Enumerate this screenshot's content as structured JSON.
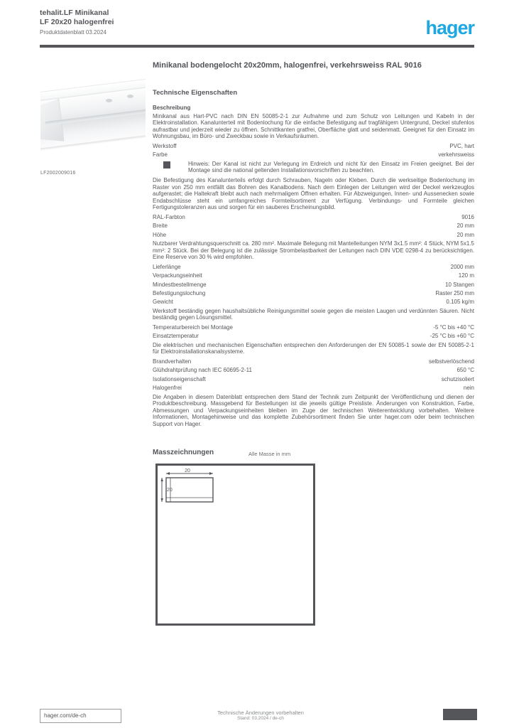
{
  "header": {
    "product_line": "tehalit.LF Minikanal",
    "product_ref": "LF 20x20 halogenfrei",
    "doc_type": "Produktdatenblatt 03.2024",
    "logo_text": "hager",
    "brand_color": "#1ea7e1"
  },
  "product": {
    "image_caption": "LF2002009016",
    "title": "Minikanal bodengelocht 20x20mm, halogenfrei, verkehrsweiss RAL 9016"
  },
  "tech": {
    "heading": "Technische Eigenschaften",
    "rows": [
      {
        "type": "label",
        "text": "Beschreibung"
      },
      {
        "type": "para",
        "text": "Minikanal aus Hart-PVC nach DIN EN 50085-2-1 zur Aufnahme und zum Schutz von Leitungen und Kabeln in der Elektroinstallation. Kanalunterteil mit Bodenlochung für die einfache Befestigung auf tragfähigem Untergrund, Deckel stufenlos aufrastbar und jederzeit wieder zu öffnen. Schnittkanten gratfrei, Oberfläche glatt und seidenmatt. Geeignet für den Einsatz im Wohnungsbau, im Büro- und Zweckbau sowie in Verkaufsräumen."
      },
      {
        "type": "pair",
        "label": "Werkstoff",
        "value": "PVC, hart"
      },
      {
        "type": "pair",
        "label": "Farbe",
        "value": "verkehrsweiss"
      },
      {
        "type": "bullet",
        "text": "Hinweis: Der Kanal ist nicht zur Verlegung im Erdreich und nicht für den Einsatz im Freien geeignet. Bei der Montage sind die national geltenden Installationsvorschriften zu beachten."
      },
      {
        "type": "para",
        "text": "Die Befestigung des Kanalunterteils erfolgt durch Schrauben, Nageln oder Kleben. Durch die werkseitige Bodenlochung im Raster von 250 mm entfällt das Bohren des Kanalbodens. Nach dem Einlegen der Leitungen wird der Deckel werkzeuglos aufgerastet; die Haltekraft bleibt auch nach mehrmaligem Öffnen erhalten. Für Abzweigungen, Innen- und Aussenecken sowie Endabschlüsse steht ein umfangreiches Formteilsortiment zur Verfügung. Verbindungs- und Formteile gleichen Fertigungstoleranzen aus und sorgen für ein sauberes Erscheinungsbild."
      },
      {
        "type": "pair",
        "label": "RAL-Farbton",
        "value": "9016"
      },
      {
        "type": "pair",
        "label": "Breite",
        "value": "20 mm"
      },
      {
        "type": "pair",
        "label": "Höhe",
        "value": "20 mm"
      },
      {
        "type": "para",
        "text": "Nutzbarer Verdrahtungsquerschnitt ca. 280 mm². Maximale Belegung mit Mantelleitungen NYM 3x1.5 mm²: 4 Stück, NYM 5x1.5 mm²: 2 Stück. Bei der Belegung ist die zulässige Strombelastbarkeit der Leitungen nach DIN VDE 0298-4 zu berücksichtigen. Eine Reserve von 30 % wird empfohlen."
      },
      {
        "type": "pair",
        "label": "Lieferlänge",
        "value": "2000 mm"
      },
      {
        "type": "pair",
        "label": "Verpackungseinheit",
        "value": "120 m"
      },
      {
        "type": "pair",
        "label": "Mindestbestellmenge",
        "value": "10 Stangen"
      },
      {
        "type": "pair",
        "label": "Befestigungslochung",
        "value": "Raster 250 mm"
      },
      {
        "type": "pair",
        "label": "Gewicht",
        "value": "0.105 kg/m"
      },
      {
        "type": "para",
        "text": "Werkstoff beständig gegen haushaltsübliche Reinigungsmittel sowie gegen die meisten Laugen und verdünnten Säuren. Nicht beständig gegen Lösungsmittel."
      },
      {
        "type": "pair",
        "label": "Temperaturbereich bei Montage",
        "value": "-5 °C bis +40 °C"
      },
      {
        "type": "pair",
        "label": "Einsatztemperatur",
        "value": "-25 °C bis +60 °C"
      },
      {
        "type": "para",
        "text": "Die elektrischen und mechanischen Eigenschaften entsprechen den Anforderungen der EN 50085-1 sowie der EN 50085-2-1 für Elektroinstallationskanalsysteme."
      },
      {
        "type": "pair",
        "label": "Brandverhalten",
        "value": "selbstverlöschend"
      },
      {
        "type": "pair",
        "label": "Glühdrahtprüfung nach IEC 60695-2-11",
        "value": "650 °C"
      },
      {
        "type": "pair",
        "label": "Isolationseigenschaft",
        "value": "schutzisoliert"
      },
      {
        "type": "pair",
        "label": "Halogenfrei",
        "value": "nein"
      },
      {
        "type": "para",
        "text": "Die Angaben in diesem Datenblatt entsprechen dem Stand der Technik zum Zeitpunkt der Veröffentlichung und dienen der Produktbeschreibung. Massgebend für Bestellungen ist die jeweils gültige Preisliste. Änderungen von Konstruktion, Farbe, Abmessungen und Verpackungseinheiten bleiben im Zuge der technischen Weiterentwicklung vorbehalten. Weitere Informationen, Montagehinweise und das komplette Zubehörsortiment finden Sie unter hager.com oder beim technischen Support von Hager."
      }
    ]
  },
  "drawing": {
    "heading": "Masszeichnungen",
    "note": "Alle Masse in mm",
    "dim_width": "20",
    "dim_height": "20"
  },
  "footer": {
    "website": "hager.com/de-ch",
    "note_line1": "Technische Änderungen vorbehalten",
    "note_line2": "Stand: 03.2024 / de-ch"
  }
}
